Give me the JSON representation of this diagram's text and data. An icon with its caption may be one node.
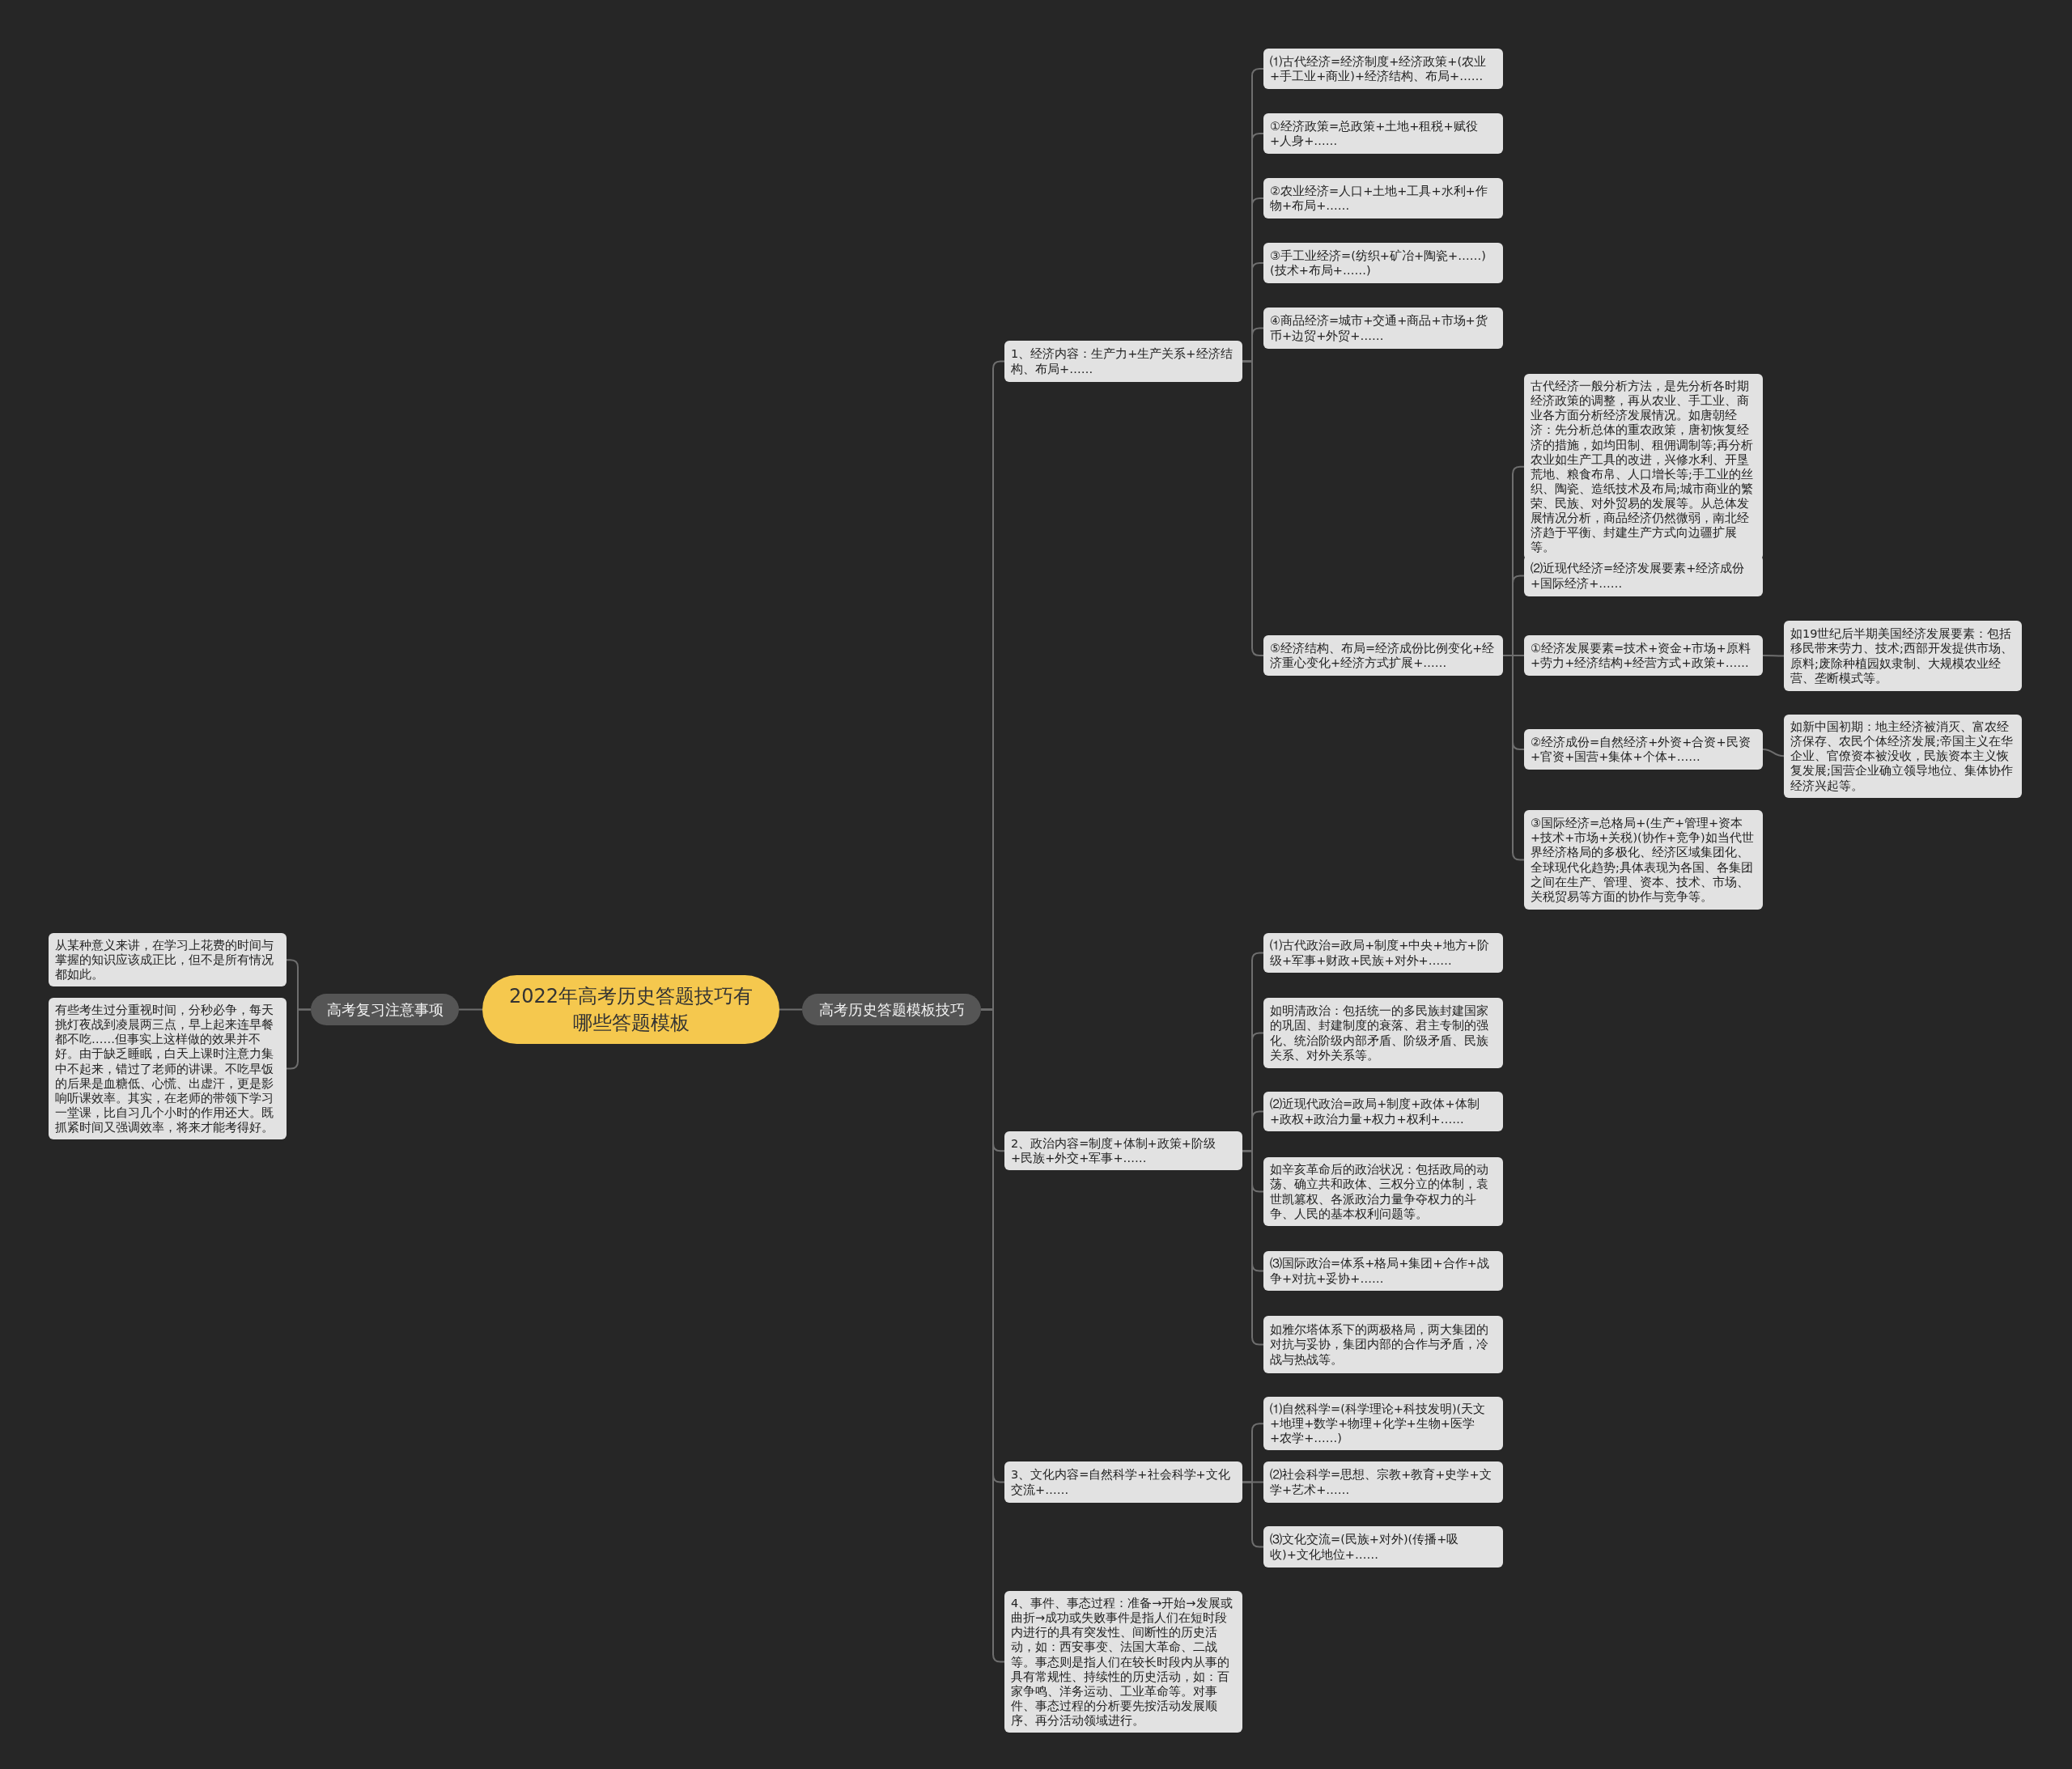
{
  "diagram": {
    "nodes": [
      {
        "text": [
          "2022年高考历史答题技巧有哪些答题模板"
        ]
      },
      {
        "text": [
          "高考复习注意事项"
        ]
      },
      {
        "text": [
          "从某种意义来讲，在学习上花费的时间与掌握的知识应该成正比，但不是所有情况都如此。"
        ]
      },
      {
        "text": [
          "有些考生过分重视时间，分秒必争，每天挑灯夜战到凌晨两三点，早上起来连早餐都不吃……但事实上这样做的效果并不好。由于缺乏睡眠，白天上课时注意力集中不起来，错过了老师的讲课。不吃早饭的后果是血糖低、心慌、出虚汗，更是影响听课效率。其实，在老师的带领下学习一堂课，比自习几个小时的作用还大。既抓紧时间又强调效率，将来才能考得好。"
        ]
      },
      {
        "text": [
          "高考历史答题模板技巧"
        ]
      },
      {
        "text": [
          "1、经济内容：生产力+生产关系+经济结构、布局+……"
        ]
      },
      {
        "text": [
          "⑴古代经济=经济制度+经济政策+(农业+手工业+商业)+经济结构、布局+……"
        ]
      },
      {
        "text": [
          "①经济政策=总政策+土地+租税+赋役+人身+……"
        ]
      },
      {
        "text": [
          "②农业经济=人口+土地+工具+水利+作物+布局+……"
        ]
      },
      {
        "text": [
          "③手工业经济=(纺织+矿冶+陶瓷+……)(技术+布局+……)"
        ]
      },
      {
        "text": [
          "④商品经济=城市+交通+商品+市场+货币+边贸+外贸+……"
        ]
      },
      {
        "text": [
          "⑤经济结构、布局=经济成份比例变化+经济重心变化+经济方式扩展+……"
        ]
      },
      {
        "text": [
          "古代经济一般分析方法，是先分析各时期经济政策的调整，再从农业、手工业、商业各方面分析经济发展情况。如唐朝经济：先分析总体的重农政策，唐初恢复经济的措施，如均田制、租佣调制等;再分析农业如生产工具的改进，兴修水利、开垦荒地、粮食布帛、人口增长等;手工业的丝织、陶瓷、造纸技术及布局;城市商业的繁荣、民族、对外贸易的发展等。从总体发展情况分析，商品经济仍然微弱，南北经济趋于平衡、封建生产方式向边疆扩展等。"
        ]
      },
      {
        "text": [
          "⑵近现代经济=经济发展要素+经济成份+国际经济+……"
        ]
      },
      {
        "text": [
          "①经济发展要素=技术+资金+市场+原料+劳力+经济结构+经营方式+政策+……"
        ]
      },
      {
        "text": [
          "如19世纪后半期美国经济发展要素：包括移民带来劳力、技术;西部开发提供市场、原料;废除种植园奴隶制、大规模农业经营、垄断模式等。"
        ]
      },
      {
        "text": [
          "②经济成份=自然经济+外资+合资+民资+官资+国营+集体+个体+……"
        ]
      },
      {
        "text": [
          "如新中国初期：地主经济被消灭、富农经济保存、农民个体经济发展;帝国主义在华企业、官僚资本被没收，民族资本主义恢复发展;国营企业确立领导地位、集体协作经济兴起等。"
        ]
      },
      {
        "text": [
          "③国际经济=总格局+(生产+管理+资本+技术+市场+关税)(协作+竞争)如当代世界经济格局的多极化、经济区域集团化、全球现代化趋势;具体表现为各国、各集团之间在生产、管理、资本、技术、市场、关税贸易等方面的协作与竞争等。"
        ]
      },
      {
        "text": [
          "2、政治内容=制度+体制+政策+阶级+民族+外交+军事+……"
        ]
      },
      {
        "text": [
          "⑴古代政治=政局+制度+中央+地方+阶级+军事+财政+民族+对外+……"
        ]
      },
      {
        "text": [
          "如明清政治：包括统一的多民族封建国家的巩固、封建制度的衰落、君主专制的强化、统治阶级内部矛盾、阶级矛盾、民族关系、对外关系等。"
        ]
      },
      {
        "text": [
          "⑵近现代政治=政局+制度+政体+体制+政权+政治力量+权力+权利+……"
        ]
      },
      {
        "text": [
          "如辛亥革命后的政治状况：包括政局的动荡、确立共和政体、三权分立的体制，袁世凯篡权、各派政治力量争夺权力的斗争、人民的基本权利问题等。"
        ]
      },
      {
        "text": [
          "⑶国际政治=体系+格局+集团+合作+战争+对抗+妥协+……"
        ]
      },
      {
        "text": [
          "如雅尔塔体系下的两极格局，两大集团的对抗与妥协，集团内部的合作与矛盾，冷战与热战等。"
        ]
      },
      {
        "text": [
          "3、文化内容=自然科学+社会科学+文化交流+……"
        ]
      },
      {
        "text": [
          "⑴自然科学=(科学理论+科技发明)(天文+地理+数学+物理+化学+生物+医学+农学+……)"
        ]
      },
      {
        "text": [
          "⑵社会科学=思想、宗教+教育+史学+文学+艺术+……"
        ]
      },
      {
        "text": [
          "⑶文化交流=(民族+对外)(传播+吸收)+文化地位+……"
        ]
      },
      {
        "text": [
          "4、事件、事态过程：准备→开始→发展或曲折→成功或失败事件是指人们在短时段内进行的具有突发性、间断性的历史活动，如：西安事变、法国大革命、二战等。事态则是指人们在较长时段内从事的具有常规性、持续性的历史活动，如：百家争鸣、洋务运动、工业革命等。对事件、事态过程的分析要先按活动发展顺序、再分活动领域进行。"
        ]
      }
    ],
    "edges": [
      {
        "from": 0,
        "to": 1,
        "arrow": "none"
      },
      {
        "from": 1,
        "to": 2,
        "arrow": "none"
      },
      {
        "from": 1,
        "to": 3,
        "arrow": "none"
      },
      {
        "from": 0,
        "to": 4,
        "arrow": "none"
      },
      {
        "from": 4,
        "to": 5,
        "arrow": "none"
      },
      {
        "from": 5,
        "to": 6,
        "arrow": "none"
      },
      {
        "from": 5,
        "to": 7,
        "arrow": "none"
      },
      {
        "from": 5,
        "to": 8,
        "arrow": "none"
      },
      {
        "from": 5,
        "to": 9,
        "arrow": "none"
      },
      {
        "from": 5,
        "to": 10,
        "arrow": "none"
      },
      {
        "from": 5,
        "to": 11,
        "arrow": "none"
      },
      {
        "from": 11,
        "to": 12,
        "arrow": "none"
      },
      {
        "from": 11,
        "to": 13,
        "arrow": "none"
      },
      {
        "from": 11,
        "to": 14,
        "arrow": "none"
      },
      {
        "from": 14,
        "to": 15,
        "arrow": "none"
      },
      {
        "from": 11,
        "to": 16,
        "arrow": "none"
      },
      {
        "from": 16,
        "to": 17,
        "arrow": "none"
      },
      {
        "from": 11,
        "to": 18,
        "arrow": "none"
      },
      {
        "from": 4,
        "to": 19,
        "arrow": "none"
      },
      {
        "from": 19,
        "to": 20,
        "arrow": "none"
      },
      {
        "from": 19,
        "to": 21,
        "arrow": "none"
      },
      {
        "from": 19,
        "to": 22,
        "arrow": "none"
      },
      {
        "from": 19,
        "to": 23,
        "arrow": "none"
      },
      {
        "from": 19,
        "to": 24,
        "arrow": "none"
      },
      {
        "from": 19,
        "to": 25,
        "arrow": "none"
      },
      {
        "from": 4,
        "to": 26,
        "arrow": "none"
      },
      {
        "from": 26,
        "to": 27,
        "arrow": "none"
      },
      {
        "from": 26,
        "to": 28,
        "arrow": "none"
      },
      {
        "from": 26,
        "to": 29,
        "arrow": "none"
      },
      {
        "from": 4,
        "to": 30,
        "arrow": "none"
      }
    ]
  }
}
